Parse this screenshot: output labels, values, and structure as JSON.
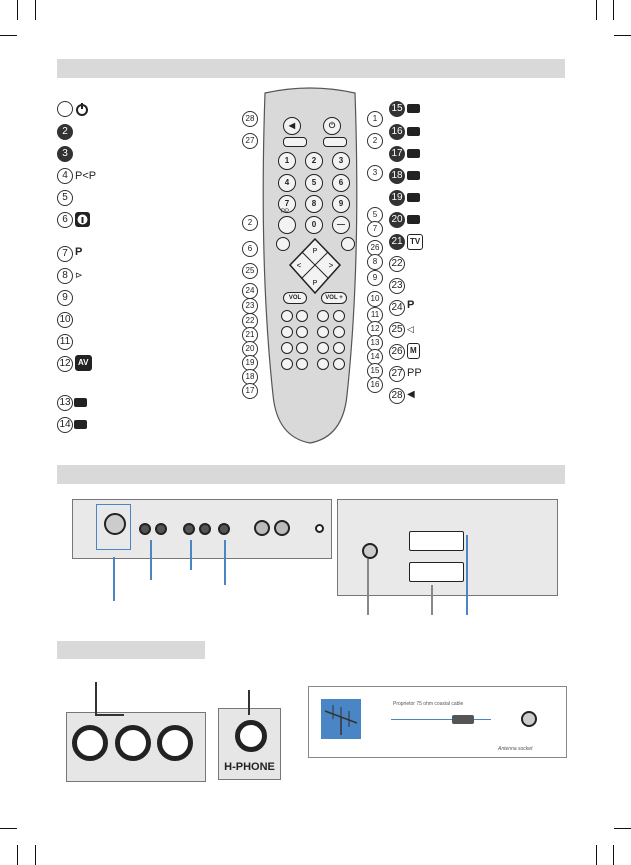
{
  "top_numbers": [
    "2",
    "3",
    "4",
    "5",
    "6",
    "7",
    "8",
    "9",
    "10",
    "11",
    "12",
    "13",
    "14"
  ],
  "top_labels": {
    "n4": "P<P",
    "n7": "P",
    "n8": "⊳",
    "n12": "AV"
  },
  "right_numbers": [
    "15",
    "16",
    "17",
    "18",
    "19",
    "20",
    "21",
    "22",
    "23",
    "24",
    "25",
    "26",
    "27",
    "28"
  ],
  "right_labels": {
    "n21": "TV",
    "n24": "P",
    "n25": "◁",
    "n26": "M",
    "n27": "PP",
    "n28": "◀"
  },
  "remote": {
    "digits": [
      "1",
      "2",
      "3",
      "4",
      "5",
      "6",
      "7",
      "8",
      "9",
      "0",
      "—"
    ],
    "label_pp": "PP",
    "vol_left": "VOL",
    "vol_right": "VOL +",
    "callouts_left": [
      "28",
      "27",
      "2",
      "6",
      "25",
      "24",
      "23",
      "22",
      "21",
      "20",
      "19",
      "18",
      "17"
    ],
    "callouts_right": [
      "1",
      "2",
      "3",
      "5",
      "7",
      "26",
      "8",
      "9",
      "10",
      "11",
      "12",
      "13",
      "14",
      "15",
      "16"
    ]
  },
  "bottom_panel": {
    "hphone_label": "H-PHONE"
  },
  "antenna_panel": {
    "line1": "Proprietor 75 ohm coaxial cable",
    "line2": "Antenna socket"
  }
}
